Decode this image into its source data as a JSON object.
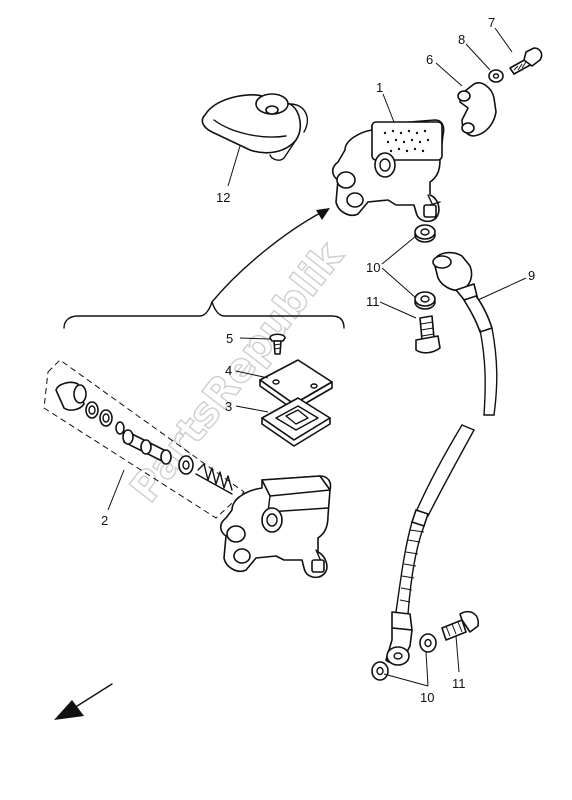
{
  "labels": {
    "p1": "1",
    "p2": "2",
    "p3": "3",
    "p4": "4",
    "p5": "5",
    "p6": "6",
    "p7": "7",
    "p8": "8",
    "p9": "9",
    "p10a": "10",
    "p10b": "10",
    "p11a": "11",
    "p11b": "11",
    "p12": "12"
  },
  "watermark": "PartsRepublik"
}
